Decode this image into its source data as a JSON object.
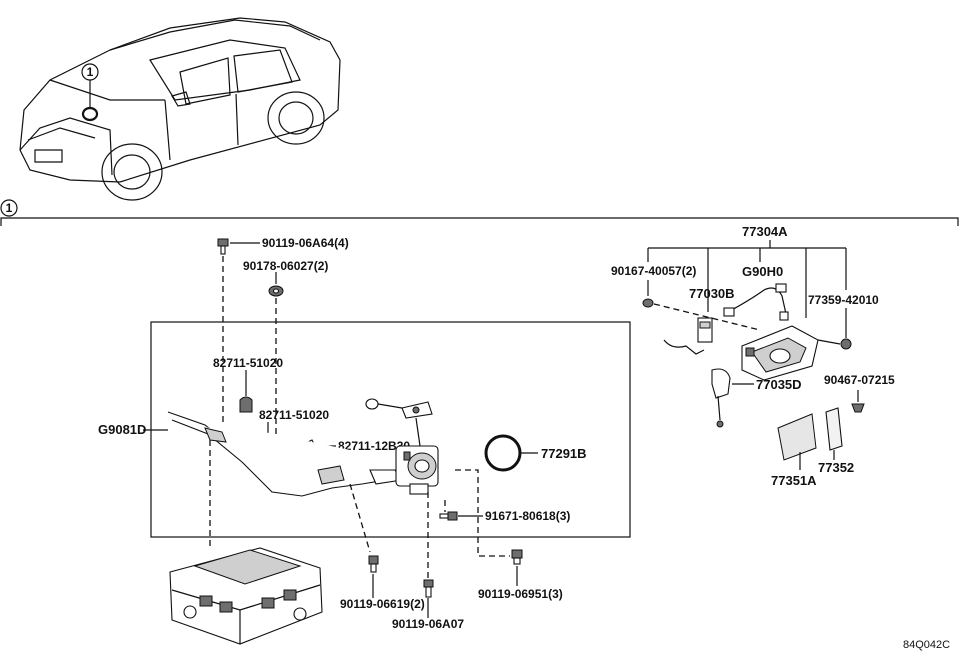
{
  "diagram": {
    "callout_number": "1",
    "ref_code": "84Q042C",
    "labels": {
      "bolt_top": "90119-06A64(4)",
      "nut_top": "90178-06027(2)",
      "clamp_1": "82711-51020",
      "clamp_2": "82711-51020",
      "clip": "82711-12B30",
      "harness": "G9081D",
      "gasket": "77291B",
      "bolt_right": "91671-80618(3)",
      "bolt_bottom_left": "90119-06619(2)",
      "bolt_bottom_mid": "90119-06A07",
      "bolt_bottom_right": "90119-06951(3)",
      "assy": "77304A",
      "screw": "90167-40057(2)",
      "wire": "G90H0",
      "lid_spring": "77030B",
      "rod": "77359-42010",
      "lock": "77035D",
      "stopper": "90467-07215",
      "pad_a": "77351A",
      "pad_b": "77352"
    }
  }
}
